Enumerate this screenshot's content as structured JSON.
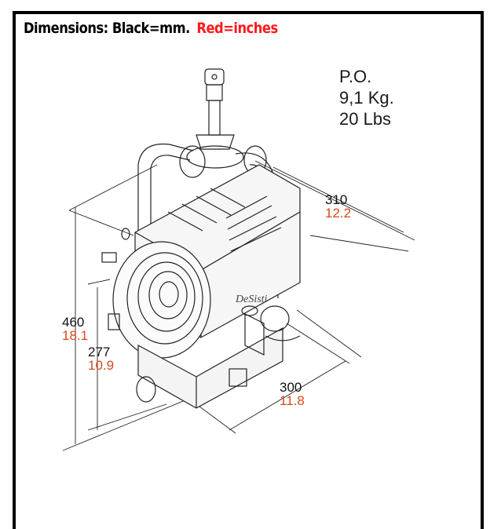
{
  "header": {
    "label_black": "Dimensions: Black=mm.",
    "label_red": "Red=inches"
  },
  "weight": {
    "line1": "P.O.",
    "line2": "9,1 Kg.",
    "line3": "20 Lbs"
  },
  "dimensions": {
    "depth": {
      "mm": "310",
      "in": "12.2"
    },
    "height_total": {
      "mm": "460",
      "in": "18.1"
    },
    "height_lens": {
      "mm": "277",
      "in": "10.9"
    },
    "width": {
      "mm": "300",
      "in": "11.8"
    }
  },
  "colors": {
    "border": "#000000",
    "inches_header": "#ff1a1a",
    "inches_labels": "#d9481c"
  },
  "product_logo": "DeSisti"
}
